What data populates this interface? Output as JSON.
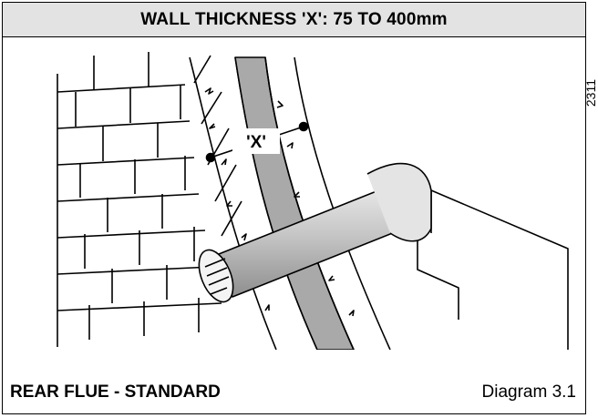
{
  "title": "WALL THICKNESS 'X': 75 TO 400mm",
  "dimension_label": "'X'",
  "reference_code": "2311",
  "caption": "REAR FLUE - STANDARD",
  "diagram_number": "Diagram 3.1",
  "colors": {
    "header_bg": "#e3e3e3",
    "cavity": "#a9a9a9",
    "pipe": "#bdbdbd",
    "line": "#000000"
  }
}
